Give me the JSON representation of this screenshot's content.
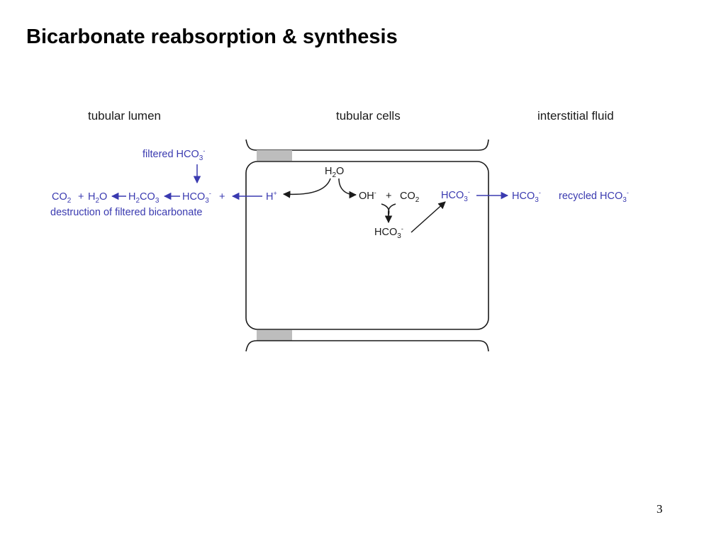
{
  "slide": {
    "title": "Bicarbonate reabsorption & synthesis",
    "page_number": "3"
  },
  "colors": {
    "blue_text": "#3a3ab0",
    "black_text": "#1a1a1a",
    "membrane_fill": "#bdbdbd"
  },
  "diagram": {
    "headers": {
      "lumen": "tubular lumen",
      "cells": "tubular cells",
      "interstitial": "interstitial fluid"
    },
    "filtered_hco3": "filtered HCO3-",
    "lumen_reaction": {
      "co2": "CO2",
      "plus1": "+",
      "h2o": "H2O",
      "h2co3": "H2CO3",
      "hco3": "HCO3-",
      "plus2": "+",
      "h_ion": "H+"
    },
    "destruction_label": "destruction of filtered bicarbonate",
    "cell_reaction": {
      "water": "H2O",
      "hydroxide": "OH-",
      "plus": "+",
      "co2": "CO2",
      "hco3_product": "HCO3-",
      "hco3_exported": "HCO3-"
    },
    "interstitial_hco3": "HCO3-",
    "recycled_label": "recycled HCO3-"
  }
}
